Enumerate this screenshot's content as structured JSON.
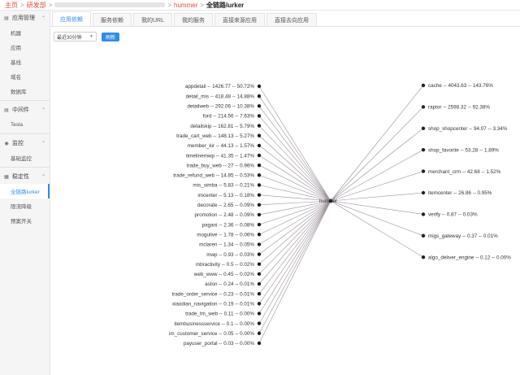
{
  "breadcrumb": {
    "home": "主页",
    "dept": "研发部",
    "sep": ">",
    "app": "hummer",
    "current": "全链路lurker"
  },
  "sidebar": {
    "groups": [
      {
        "label": "应用管理",
        "icon": "doc-icon",
        "items": [
          {
            "label": "机器"
          },
          {
            "label": "应用"
          },
          {
            "label": "基线"
          },
          {
            "label": "域名"
          },
          {
            "label": "数据库"
          }
        ]
      },
      {
        "label": "中间件",
        "icon": "doc-icon",
        "items": [
          {
            "label": "Tesla"
          }
        ]
      },
      {
        "label": "监控",
        "icon": "eye-icon",
        "items": [
          {
            "label": "基础监控"
          }
        ]
      },
      {
        "label": "稳定性",
        "icon": "grid-icon",
        "items": [
          {
            "label": "全链路lurker",
            "active": true
          },
          {
            "label": "限流降级"
          },
          {
            "label": "预案开关"
          }
        ]
      }
    ]
  },
  "tabs": [
    "应用依赖",
    "服务依赖",
    "我的URL",
    "我的服务",
    "直接来源应用",
    "直接去向应用"
  ],
  "toolbar": {
    "range": "最近30分钟",
    "refresh": "刷新"
  },
  "graph": {
    "center": "hummer",
    "sources": [
      "appdetail -- 1426.77 -- 50.72%",
      "detail_mis -- 418.48 -- 14.88%",
      "detailweb -- 292.06 -- 10.38%",
      "ford -- 214.56 -- 7.63%",
      "detailskip -- 162.81 -- 5.79%",
      "trade_cart_web -- 148.13 -- 5.27%",
      "member_kir -- 44.13 -- 1.57%",
      "timelinemwp -- 41.35 -- 1.47%",
      "trade_buy_web -- 27 -- 0.96%",
      "trade_refund_web -- 14.85 -- 0.53%",
      "mis_simba -- 5.83 -- 0.21%",
      "imcenter -- 5.13 -- 0.18%",
      "decorate -- 2.65 -- 0.09%",
      "promotion -- 2.48 -- 0.09%",
      "pagani -- 2.36 -- 0.08%",
      "mogulive -- 1.78 -- 0.06%",
      "mclaren -- 1.34 -- 0.05%",
      "mwp -- 0.93 -- 0.03%",
      "mbractivity -- 0.5 -- 0.02%",
      "web_www -- 0.45 -- 0.02%",
      "aston -- 0.24 -- 0.01%",
      "trade_order_service -- 0.23 -- 0.01%",
      "xiaodian_navigation -- 0.19 -- 0.01%",
      "trade_tm_web -- 0.11 -- 0.00%",
      "itembusinessservice -- 0.1 -- 0.00%",
      "im_customer_service -- 0.05 -- 0.00%",
      "payuser_portal -- 0.03 -- 0.00%"
    ],
    "targets": [
      "cache -- 4043.63 -- 143.76%",
      "raptor -- 2598.32 -- 92.38%",
      "shop_shopcenter -- 94.07 -- 3.34%",
      "shop_favorite -- 53.28 -- 1.89%",
      "merchant_crm -- 42.68 -- 1.52%",
      "itemcenter -- 26.86 -- 0.95%",
      "verify -- 0.87 -- 0.03%",
      "migs_gateway -- 0.37 -- 0.01%",
      "algo_deliver_engine -- 0.12 -- 0.00%"
    ],
    "colors": {
      "edge": "#9a8f99",
      "node": "#222222"
    }
  }
}
